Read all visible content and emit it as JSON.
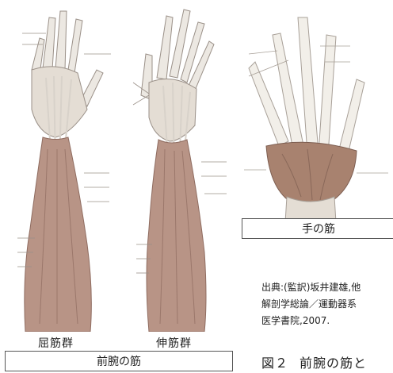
{
  "forearm": {
    "flexor_label": "屈筋群",
    "extensor_label": "伸筋群",
    "caption": "前腕の筋"
  },
  "hand": {
    "caption": "手の筋"
  },
  "citation": {
    "line1": "出典:(監訳)坂井建雄,他",
    "line2": "解剖学総論／運動器系",
    "line3": "医学書院,2007."
  },
  "figure": {
    "number": "図２",
    "title": "前腕の筋と"
  },
  "colors": {
    "muscle": "#b89486",
    "muscle_dark": "#8f6c60",
    "tendon": "#e8e4df",
    "bone": "#f2efe9",
    "border": "#555555"
  }
}
